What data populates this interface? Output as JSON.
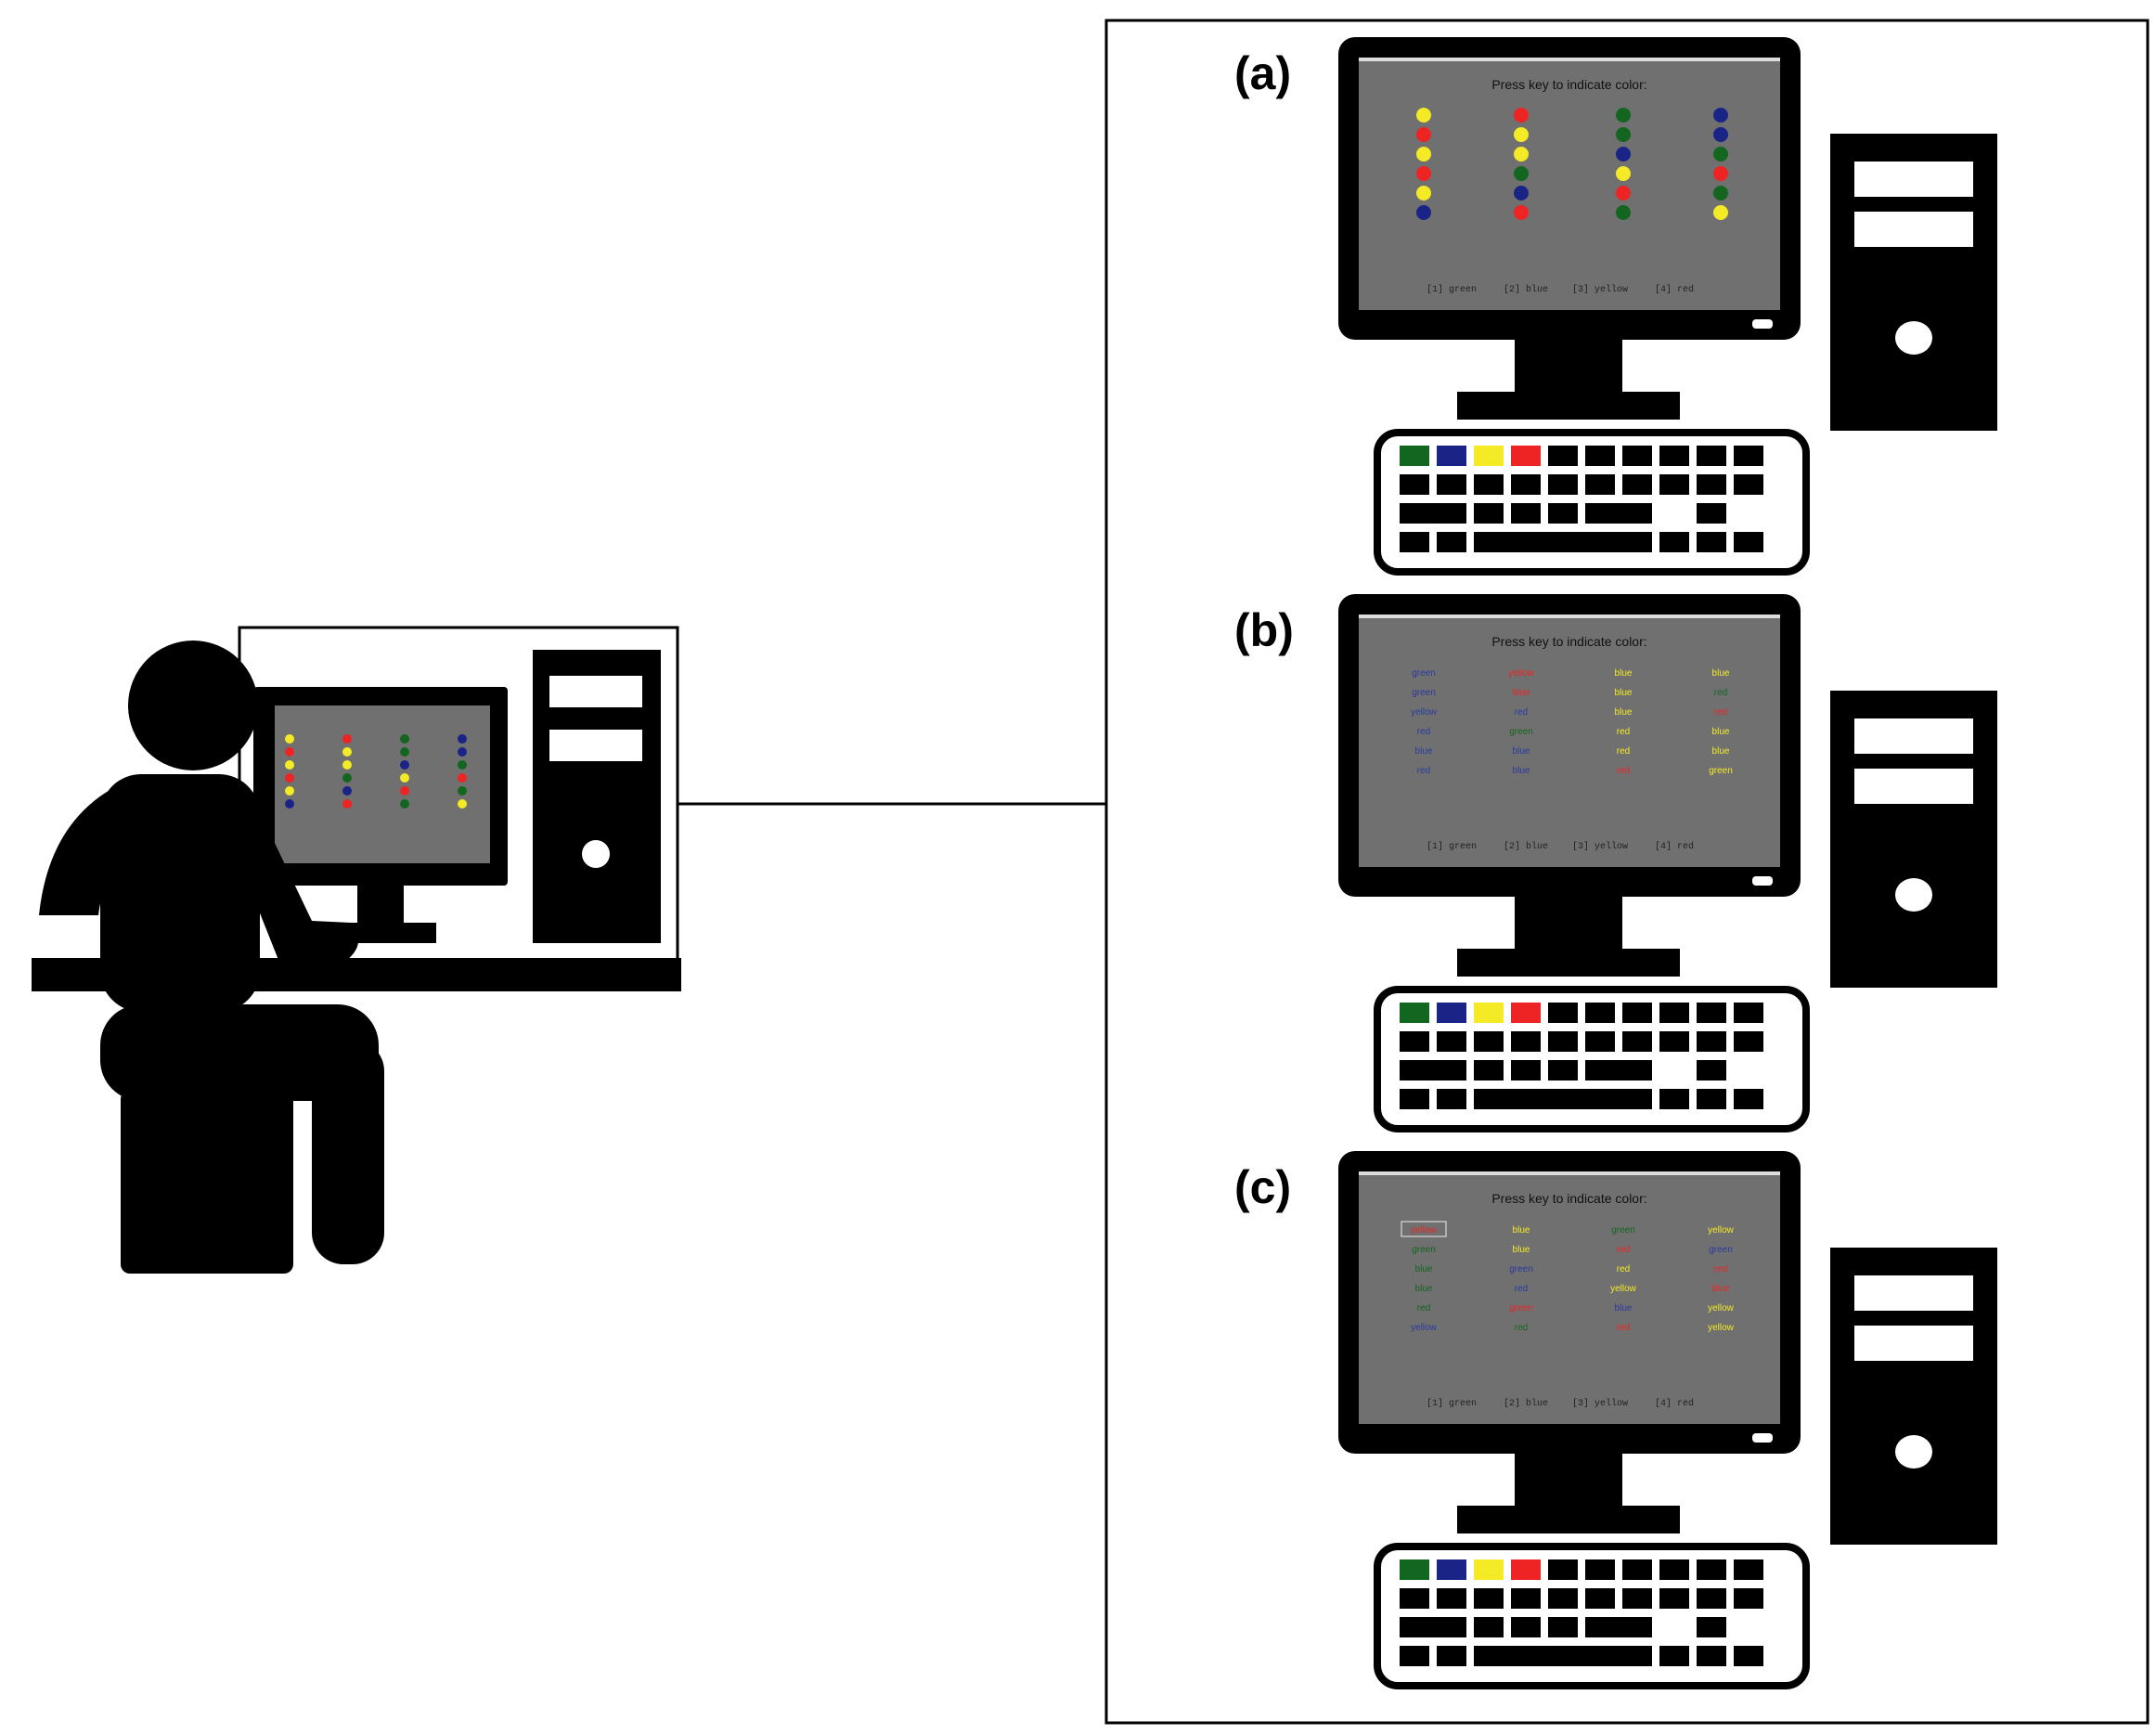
{
  "panels": [
    {
      "label": "(a)",
      "mode": "dots"
    },
    {
      "label": "(b)",
      "mode": "words"
    },
    {
      "label": "(c)",
      "mode": "words-boxed"
    }
  ],
  "screen": {
    "title": "Press key to indicate color:",
    "key_hints": [
      "[1] green",
      "[2] blue",
      "[3] yellow",
      "[4] red"
    ]
  },
  "stimuli": {
    "dots": [
      [
        "#f4ea25",
        "#ee2424",
        "#f4ea25",
        "#ee2424",
        "#f4ea25",
        "#1a2487"
      ],
      [
        "#ee2424",
        "#f4ea25",
        "#f4ea25",
        "#13661f",
        "#1a2487",
        "#ee2424"
      ],
      [
        "#13661f",
        "#13661f",
        "#1a2487",
        "#f4ea25",
        "#ee2424",
        "#13661f"
      ],
      [
        "#1a2487",
        "#1a2487",
        "#13661f",
        "#ee2424",
        "#13661f",
        "#f4ea25"
      ]
    ],
    "words_b": [
      [
        [
          "green",
          "#2a3aa0"
        ],
        [
          "green",
          "#2a3aa0"
        ],
        [
          "yellow",
          "#2a3aa0"
        ],
        [
          "red",
          "#2a3aa0"
        ],
        [
          "blue",
          "#2a3aa0"
        ],
        [
          "red",
          "#2a3aa0"
        ]
      ],
      [
        [
          "yellow",
          "#ee2424"
        ],
        [
          "blue",
          "#ee2424"
        ],
        [
          "red",
          "#2a3aa0"
        ],
        [
          "green",
          "#13661f"
        ],
        [
          "blue",
          "#2a3aa0"
        ],
        [
          "blue",
          "#2a3aa0"
        ]
      ],
      [
        [
          "blue",
          "#f4ea25"
        ],
        [
          "blue",
          "#f4ea25"
        ],
        [
          "blue",
          "#f4ea25"
        ],
        [
          "red",
          "#f4ea25"
        ],
        [
          "red",
          "#f4ea25"
        ],
        [
          "red",
          "#ee2424"
        ]
      ],
      [
        [
          "blue",
          "#f4ea25"
        ],
        [
          "red",
          "#13661f"
        ],
        [
          "red",
          "#ee2424"
        ],
        [
          "blue",
          "#f4ea25"
        ],
        [
          "blue",
          "#f4ea25"
        ],
        [
          "green",
          "#f4ea25"
        ]
      ]
    ],
    "words_c": [
      [
        [
          "yellow",
          "#ee2424"
        ],
        [
          "green",
          "#13661f"
        ],
        [
          "blue",
          "#13661f"
        ],
        [
          "blue",
          "#13661f"
        ],
        [
          "red",
          "#13661f"
        ],
        [
          "yellow",
          "#2a3aa0"
        ]
      ],
      [
        [
          "blue",
          "#f4ea25"
        ],
        [
          "blue",
          "#f4ea25"
        ],
        [
          "green",
          "#2a3aa0"
        ],
        [
          "red",
          "#2a3aa0"
        ],
        [
          "green",
          "#ee2424"
        ],
        [
          "red",
          "#13661f"
        ]
      ],
      [
        [
          "green",
          "#13661f"
        ],
        [
          "red",
          "#ee2424"
        ],
        [
          "red",
          "#f4ea25"
        ],
        [
          "yellow",
          "#f4ea25"
        ],
        [
          "blue",
          "#2a3aa0"
        ],
        [
          "red",
          "#ee2424"
        ]
      ],
      [
        [
          "yellow",
          "#f4ea25"
        ],
        [
          "green",
          "#2a3aa0"
        ],
        [
          "red",
          "#ee2424"
        ],
        [
          "blue",
          "#ee2424"
        ],
        [
          "yellow",
          "#f4ea25"
        ],
        [
          "yellow",
          "#f4ea25"
        ]
      ]
    ]
  },
  "key_colors": [
    "#13661f",
    "#1a2487",
    "#f4ea25",
    "#ee2424"
  ],
  "colors": {
    "screen_bg": "#707070",
    "silhouette": "#000000",
    "frame": "#000000"
  }
}
